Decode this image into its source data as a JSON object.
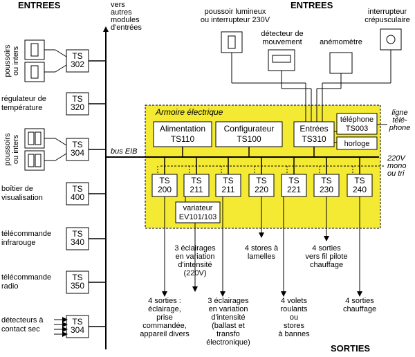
{
  "headings": {
    "inputs_left": "ENTREES",
    "inputs_top": "ENTREES",
    "outputs": "SORTIES"
  },
  "other_modules": [
    "vers",
    "autres",
    "modules",
    "d'entrées"
  ],
  "left_devices": [
    {
      "id": "pushbuttons-1",
      "label": [
        "poussoirs",
        "ou inters"
      ],
      "module": [
        "TS",
        "302"
      ]
    },
    {
      "id": "thermostat",
      "label": [
        "régulateur de",
        "température"
      ],
      "module": [
        "TS",
        "320"
      ]
    },
    {
      "id": "pushbuttons-2",
      "label": [
        "poussoirs",
        "ou inters"
      ],
      "module": [
        "TS",
        "304"
      ]
    },
    {
      "id": "display",
      "label": [
        "boîtier de",
        "visualisation"
      ],
      "module": [
        "TS",
        "400"
      ]
    },
    {
      "id": "ir-remote",
      "label": [
        "télécommande",
        "infrarouge"
      ],
      "module": [
        "TS",
        "340"
      ]
    },
    {
      "id": "radio-remote",
      "label": [
        "télécommande",
        "radio"
      ],
      "module": [
        "TS",
        "350"
      ]
    },
    {
      "id": "dry-contacts",
      "label": [
        "détecteurs à",
        "contact sec"
      ],
      "module": [
        "TS",
        "304"
      ]
    }
  ],
  "top_inputs": [
    {
      "id": "lit-pushbutton",
      "label": [
        "poussoir lumineux",
        "ou interrupteur 230V"
      ]
    },
    {
      "id": "motion-detector",
      "label": [
        "détecteur de",
        "mouvement"
      ]
    },
    {
      "id": "anemometer",
      "label": [
        "anémomètre"
      ]
    },
    {
      "id": "twilight-switch",
      "label": [
        "interrupteur",
        "crépusculaire"
      ]
    }
  ],
  "cabinet": {
    "title": "Armoire électrique",
    "power": [
      "Alimentation",
      "TS110"
    ],
    "configurator": [
      "Configurateur",
      "TS100"
    ],
    "inputs_module": [
      "Entrées",
      "TS310"
    ],
    "phone": [
      "téléphone",
      "TS003"
    ],
    "clock": "horloge"
  },
  "phone_line": [
    "ligne",
    "télé-",
    "phone"
  ],
  "bus_label": "bus EIB",
  "power_line": [
    "220V",
    "mono",
    "ou tri"
  ],
  "output_modules": [
    [
      "TS",
      "200"
    ],
    [
      "TS",
      "211"
    ],
    [
      "TS",
      "211"
    ],
    [
      "TS",
      "220"
    ],
    [
      "TS",
      "221"
    ],
    [
      "TS",
      "230"
    ],
    [
      "TS",
      "240"
    ]
  ],
  "dimmer": [
    "variateur",
    "EV101/103"
  ],
  "outputs": [
    {
      "id": "out-200",
      "label": [
        "4 sorties :",
        "éclairage,",
        "prise",
        "commandée,",
        "appareil divers"
      ]
    },
    {
      "id": "out-211a",
      "label": [
        "3 éclairages",
        "en variation",
        "d'intensité",
        "(220V)"
      ]
    },
    {
      "id": "out-211b",
      "label": [
        "3 éclairages",
        "en variation",
        "d'intensité",
        "(ballast et",
        "transfo",
        "électronique)"
      ]
    },
    {
      "id": "out-220",
      "label": [
        "4 stores à",
        "lamelles"
      ]
    },
    {
      "id": "out-221",
      "label": [
        "4 volets",
        "roulants",
        "ou",
        "stores",
        "à bannes"
      ]
    },
    {
      "id": "out-230",
      "label": [
        "4 sorties",
        "vers fil pilote",
        "chauffage"
      ]
    },
    {
      "id": "out-240",
      "label": [
        "4 sorties",
        "chauffage"
      ]
    }
  ],
  "colors": {
    "cabinet_fill": "#f4ea33",
    "line": "#000000",
    "background": "#ffffff"
  }
}
